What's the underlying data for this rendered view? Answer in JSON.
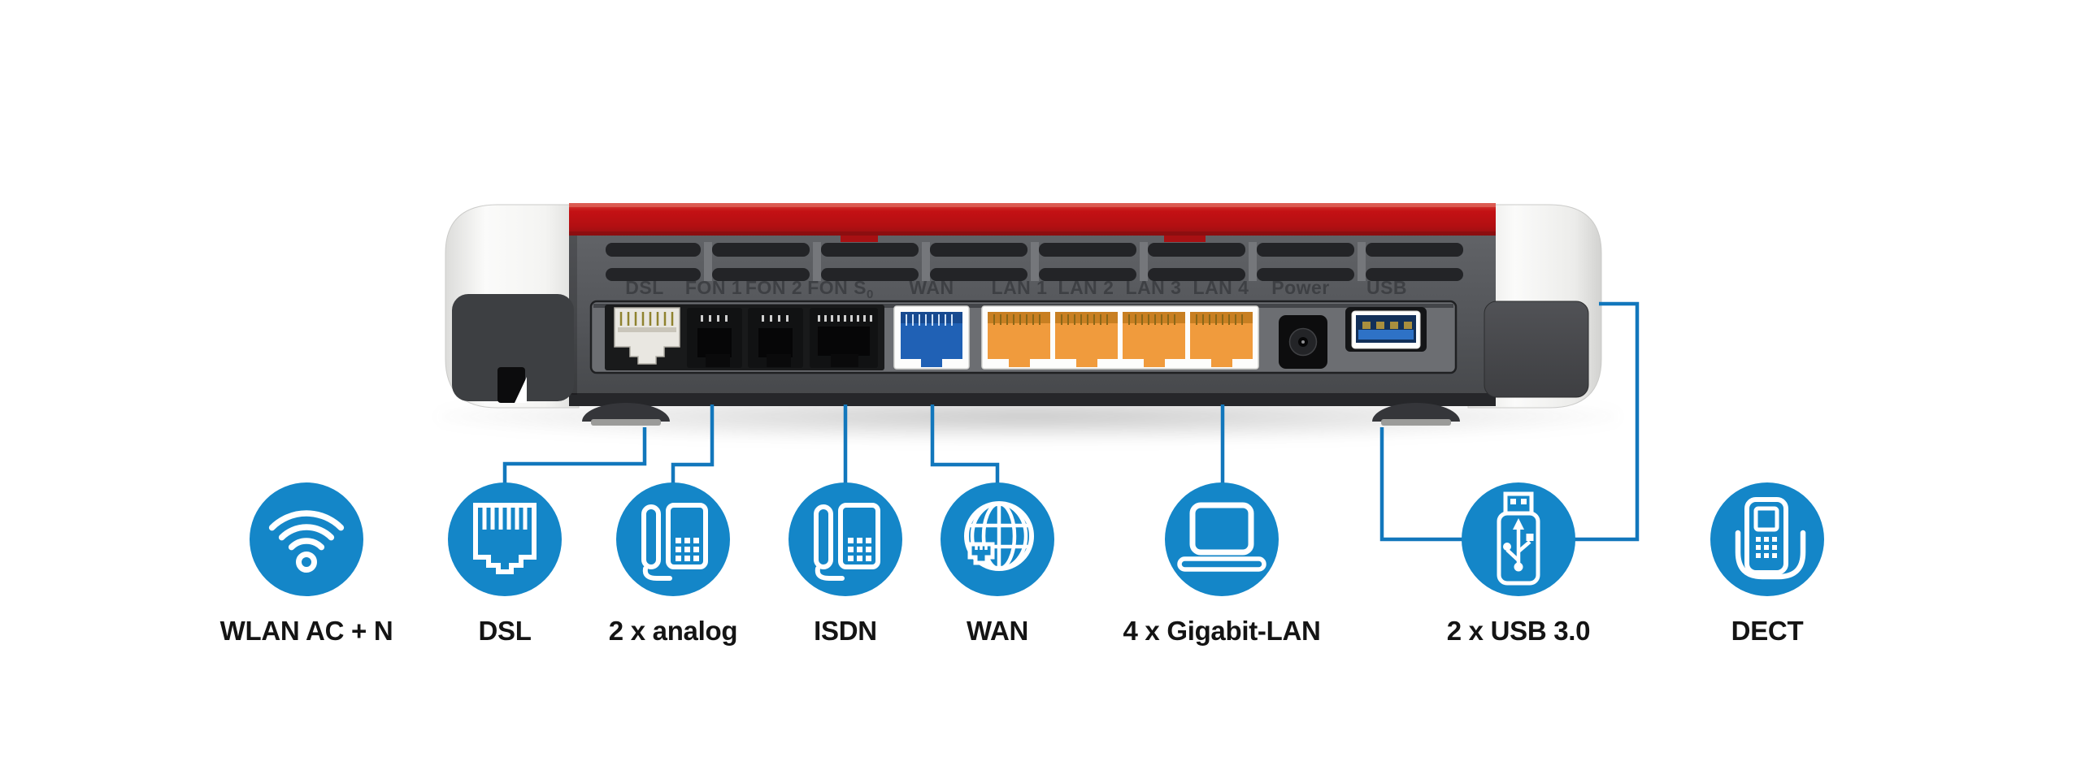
{
  "router": {
    "port_labels": [
      "DSL",
      "FON 1",
      "FON 2",
      "FON S",
      "WAN",
      "LAN 1",
      "LAN 2",
      "LAN 3",
      "LAN 4",
      "Power",
      "USB"
    ],
    "fon_s_sub": "0"
  },
  "features": [
    {
      "label": "WLAN AC + N",
      "icon": "wifi-icon"
    },
    {
      "label": "DSL",
      "icon": "rj45-jack-icon"
    },
    {
      "label": "2 x analog",
      "icon": "analog-phone-icon"
    },
    {
      "label": "ISDN",
      "icon": "isdn-phone-icon"
    },
    {
      "label": "WAN",
      "icon": "globe-icon"
    },
    {
      "label": "4 x Gigabit-LAN",
      "icon": "laptop-icon"
    },
    {
      "label": "2 x USB 3.0",
      "icon": "usb-stick-icon"
    },
    {
      "label": "DECT",
      "icon": "dect-handset-icon"
    }
  ],
  "colors": {
    "icon_circle_blue": "#1486c8",
    "connector_blue": "#1277bc",
    "brand_red": "#c11215",
    "lan_orange": "#f09b3d",
    "wan_port_blue": "#2061b5",
    "usb_port_blue": "#2e72c6",
    "body_gray": "#54565a"
  }
}
